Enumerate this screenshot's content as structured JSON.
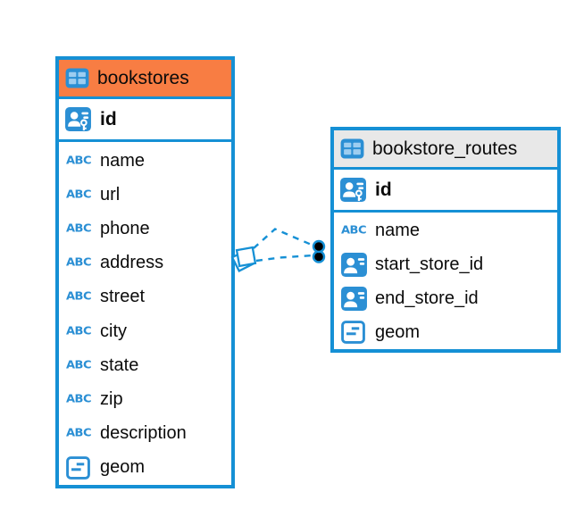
{
  "colors": {
    "border_blue": "#1590d5",
    "icon_blue": "#2b8fd4",
    "header_orange": "#f87d43",
    "header_gray": "#e8e8e8",
    "relationship_dot_fill": "#000000"
  },
  "icons": {
    "text_type_label": "ABC"
  },
  "tables": [
    {
      "name": "bookstores",
      "header_color": "#f87d43",
      "fields": [
        {
          "name": "id",
          "type": "primary-key"
        },
        {
          "name": "name",
          "type": "text"
        },
        {
          "name": "url",
          "type": "text"
        },
        {
          "name": "phone",
          "type": "text"
        },
        {
          "name": "address",
          "type": "text"
        },
        {
          "name": "street",
          "type": "text"
        },
        {
          "name": "city",
          "type": "text"
        },
        {
          "name": "state",
          "type": "text"
        },
        {
          "name": "zip",
          "type": "text"
        },
        {
          "name": "description",
          "type": "text"
        },
        {
          "name": "geom",
          "type": "geometry"
        }
      ]
    },
    {
      "name": "bookstore_routes",
      "header_color": "#e8e8e8",
      "fields": [
        {
          "name": "id",
          "type": "primary-key"
        },
        {
          "name": "name",
          "type": "text"
        },
        {
          "name": "start_store_id",
          "type": "foreign-key"
        },
        {
          "name": "end_store_id",
          "type": "foreign-key"
        },
        {
          "name": "geom",
          "type": "geometry"
        }
      ]
    }
  ],
  "relationships": [
    {
      "from_table": "bookstore_routes",
      "from_field": "start_store_id",
      "to_table": "bookstores",
      "to_field": "id",
      "style": "dashed"
    },
    {
      "from_table": "bookstore_routes",
      "from_field": "end_store_id",
      "to_table": "bookstores",
      "to_field": "id",
      "style": "dashed"
    }
  ]
}
